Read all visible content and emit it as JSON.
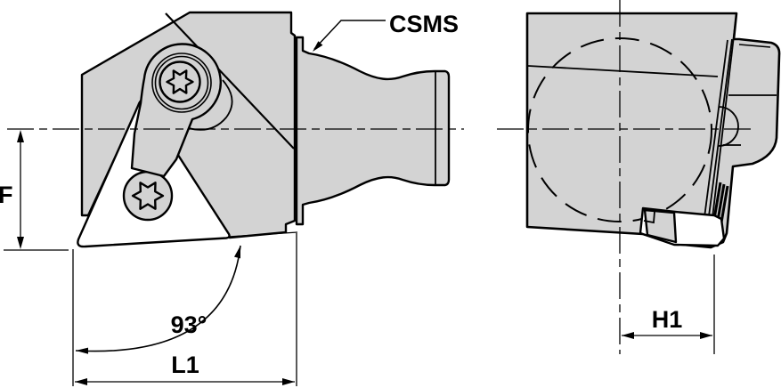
{
  "drawing": {
    "callout": "CSMS",
    "dimensions": {
      "f": "F",
      "angle": "93°",
      "l1": "L1",
      "h1": "H1"
    },
    "colors": {
      "part_fill": "#d3d3d3",
      "line": "#000000",
      "background": "#ffffff"
    }
  }
}
